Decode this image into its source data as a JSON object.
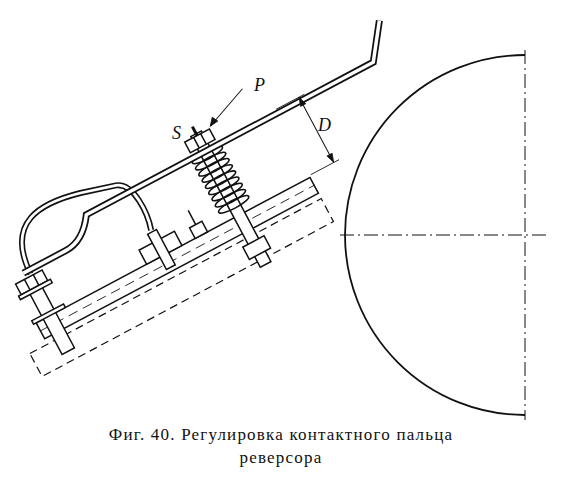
{
  "diagram": {
    "caption": "Фиг. 40. Регулировка контактного пальца реверсора",
    "labels": [
      "S",
      "P",
      "D"
    ]
  }
}
